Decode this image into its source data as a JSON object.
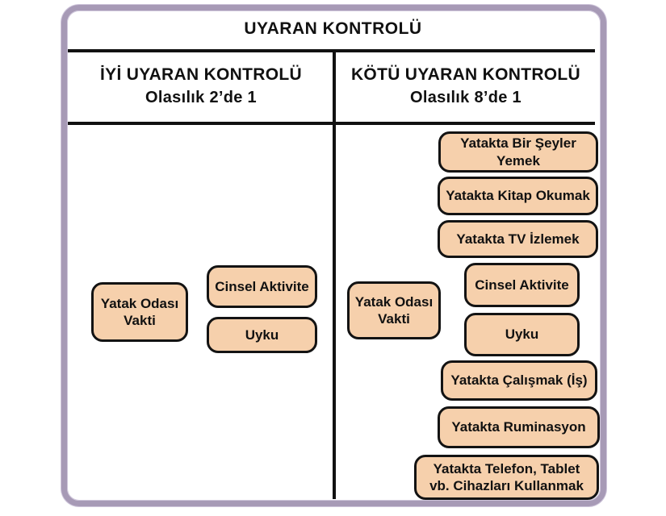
{
  "title": "UYARAN KONTROLÜ",
  "columns": [
    {
      "heading": "İYİ UYARAN KONTROLÜ",
      "subheading": "Olasılık 2’de 1"
    },
    {
      "heading": "KÖTÜ UYARAN KONTROLÜ",
      "subheading": "Olasılık 8’de 1"
    }
  ],
  "left": {
    "source": "Yatak Odası\nVakti",
    "outcomes": [
      "Cinsel Aktivite",
      "Uyku"
    ]
  },
  "right": {
    "source": "Yatak Odası\nVakti",
    "outcomes": [
      "Yatakta Bir Şeyler\nYemek",
      "Yatakta Kitap Okumak",
      "Yatakta TV İzlemek",
      "Cinsel Aktivite",
      "Uyku",
      "Yatakta Çalışmak (İş)",
      "Yatakta Ruminasyon",
      "Yatakta Telefon, Tablet\nvb. Cihazları Kullanmak"
    ]
  },
  "colors": {
    "node_fill": "#f6d0ac",
    "node_border": "#131313",
    "frame_border": "#a79ab6",
    "line": "#111111",
    "text": "#111111",
    "background": "#ffffff"
  }
}
